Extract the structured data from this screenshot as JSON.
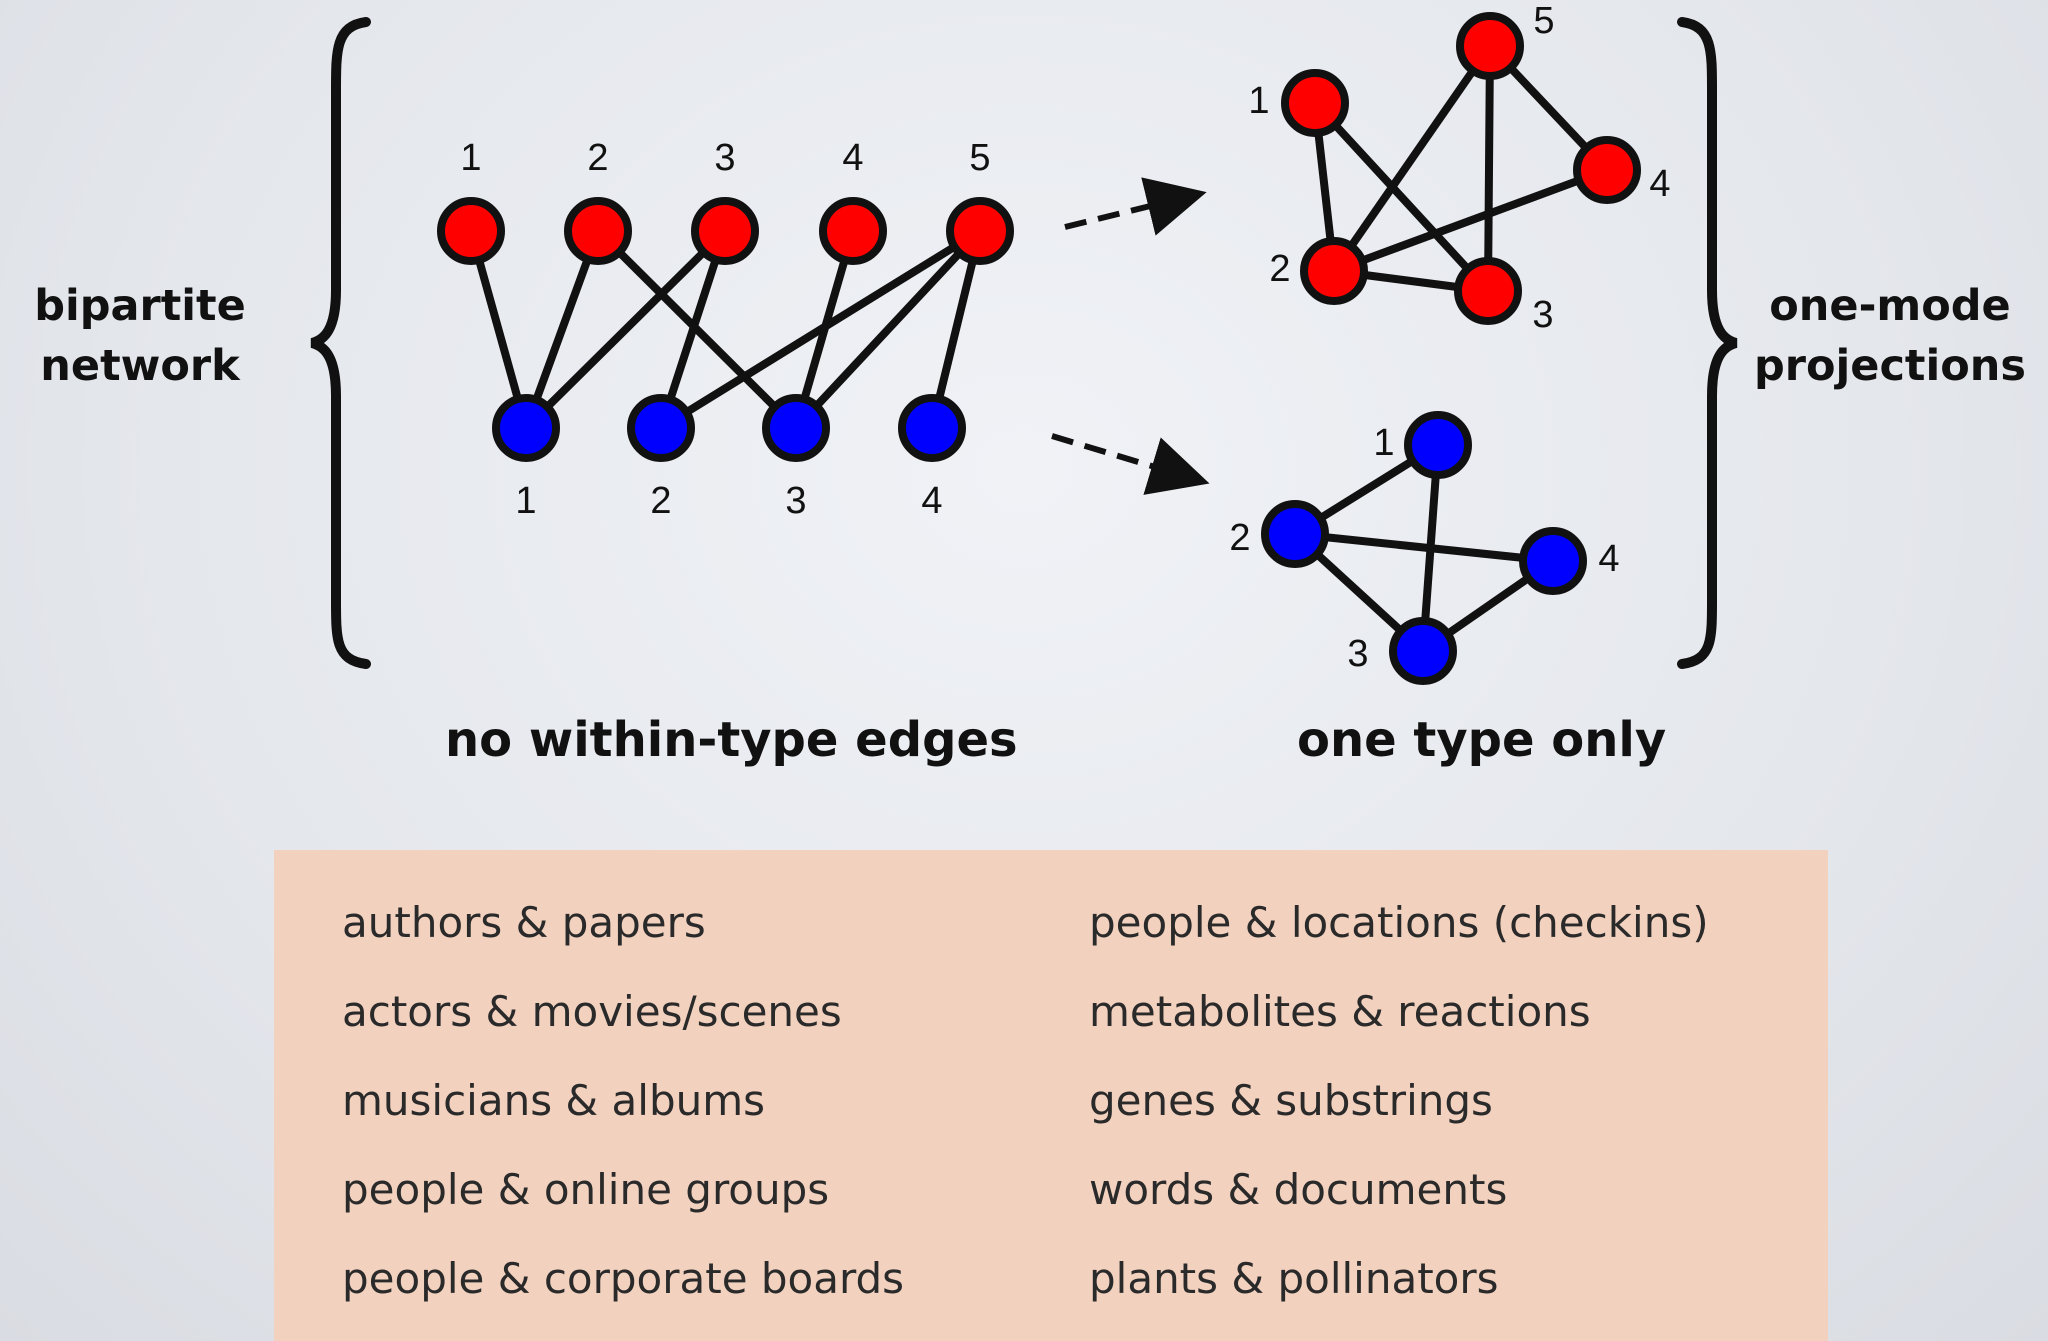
{
  "labels": {
    "left": [
      "bipartite",
      "network"
    ],
    "right": [
      "one-mode",
      "projections"
    ]
  },
  "captions": {
    "left": "no within-type edges",
    "right": "one type only"
  },
  "colors": {
    "red_node": "#ff0000",
    "blue_node": "#0000ff",
    "stroke": "#111111",
    "box": "#f2d1bf"
  },
  "bipartite": {
    "red_nodes": [
      "1",
      "2",
      "3",
      "4",
      "5"
    ],
    "blue_nodes": [
      "1",
      "2",
      "3",
      "4"
    ],
    "edges": [
      [
        "1",
        "1"
      ],
      [
        "2",
        "1"
      ],
      [
        "3",
        "1"
      ],
      [
        "3",
        "2"
      ],
      [
        "2",
        "3"
      ],
      [
        "4",
        "3"
      ],
      [
        "5",
        "2"
      ],
      [
        "5",
        "3"
      ],
      [
        "5",
        "4"
      ]
    ]
  },
  "projection_red": {
    "nodes": [
      "1",
      "2",
      "3",
      "4",
      "5"
    ],
    "edges": [
      [
        "1",
        "2"
      ],
      [
        "1",
        "3"
      ],
      [
        "2",
        "5"
      ],
      [
        "2",
        "4"
      ],
      [
        "2",
        "3"
      ],
      [
        "3",
        "5"
      ],
      [
        "4",
        "5"
      ]
    ]
  },
  "projection_blue": {
    "nodes": [
      "1",
      "2",
      "3",
      "4"
    ],
    "edges": [
      [
        "1",
        "2"
      ],
      [
        "1",
        "3"
      ],
      [
        "2",
        "4"
      ],
      [
        "2",
        "3"
      ],
      [
        "3",
        "4"
      ]
    ]
  },
  "examples": {
    "left": [
      "authors & papers",
      "actors & movies/scenes",
      "musicians & albums",
      "people & online groups",
      "people & corporate boards"
    ],
    "right": [
      "people & locations (checkins)",
      "metabolites & reactions",
      "genes & substrings",
      "words & documents",
      "plants & pollinators"
    ]
  }
}
